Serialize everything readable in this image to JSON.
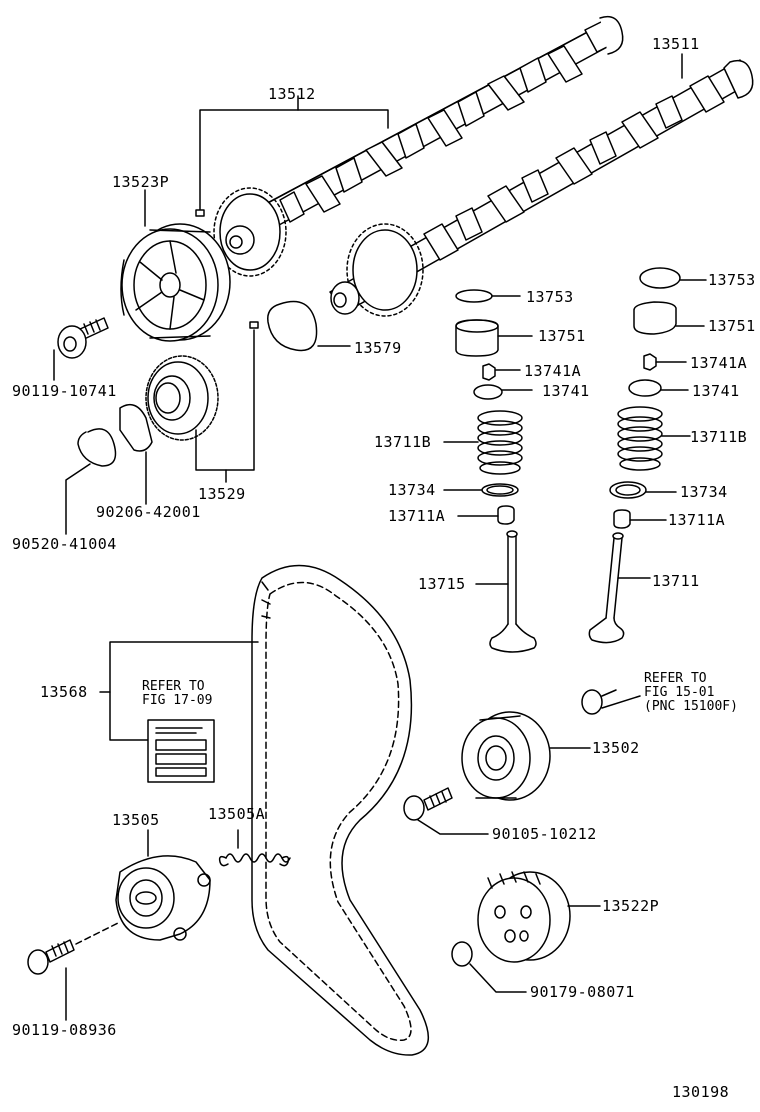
{
  "parts": {
    "p13511": "13511",
    "p13512": "13512",
    "p13523P": "13523P",
    "p13753_c": "13753",
    "p13753_r": "13753",
    "p13751_c": "13751",
    "p13751_r": "13751",
    "p13579": "13579",
    "p13741A_c": "13741A",
    "p13741A_r": "13741A",
    "p13741_c": "13741",
    "p13741_r": "13741",
    "p90119_10741": "90119-10741",
    "p13711B_c": "13711B",
    "p13711B_r": "13711B",
    "p90206_42001": "90206-42001",
    "p13529": "13529",
    "p13734_c": "13734",
    "p13734_r": "13734",
    "p13711A_c": "13711A",
    "p13711A_r": "13711A",
    "p90520_41004": "90520-41004",
    "p13715": "13715",
    "p13711": "13711",
    "p13568": "13568",
    "p13502": "13502",
    "p90105_10212": "90105-10212",
    "p13505": "13505",
    "p13505A": "13505A",
    "p13522P": "13522P",
    "p90179_08071": "90179-08071",
    "p90119_08936": "90119-08936"
  },
  "notes": {
    "refer_17_l1": "REFER TO",
    "refer_17_l2": "FIG 17-09",
    "refer_15_l1": "REFER TO",
    "refer_15_l2": "FIG 15-01",
    "refer_15_l3": "(PNC 15100F)"
  },
  "figure_number": "130198"
}
